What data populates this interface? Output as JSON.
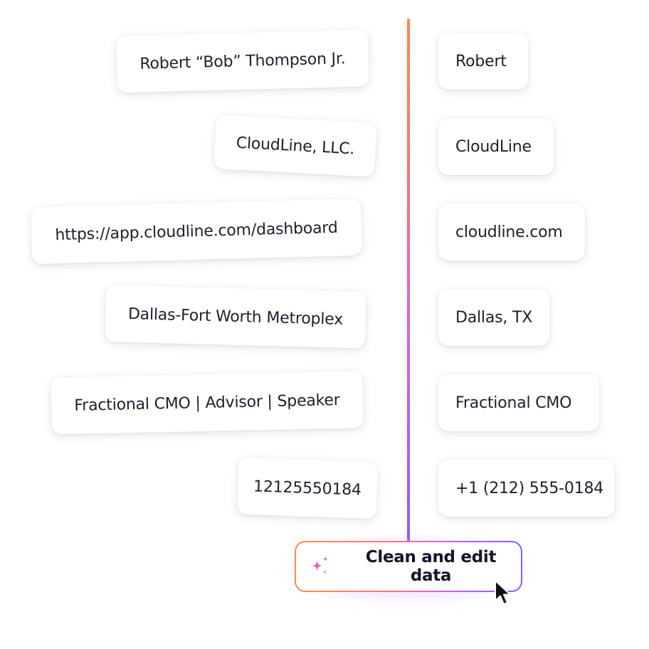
{
  "rows": [
    {
      "raw": "Robert “Bob” Thompson Jr.",
      "clean": "Robert"
    },
    {
      "raw": "CloudLine, LLC.",
      "clean": "CloudLine"
    },
    {
      "raw": "https://app.cloudline.com/dashboard",
      "clean": "cloudline.com"
    },
    {
      "raw": "Dallas-Fort Worth Metroplex",
      "clean": "Dallas, TX"
    },
    {
      "raw": "Fractional CMO | Advisor | Speaker",
      "clean": "Fractional CMO"
    },
    {
      "raw": "12125550184",
      "clean": "+1 (212) 555-0184"
    }
  ],
  "action": {
    "label": "Clean and edit data",
    "icon": "sparkle-icon"
  },
  "pointer_icon": "cursor-arrow-icon",
  "colors": {
    "gradient_start": "#ff8a4c",
    "gradient_mid": "#ff6f8a",
    "gradient_end": "#8a5cff",
    "text": "#1f1f2e"
  }
}
